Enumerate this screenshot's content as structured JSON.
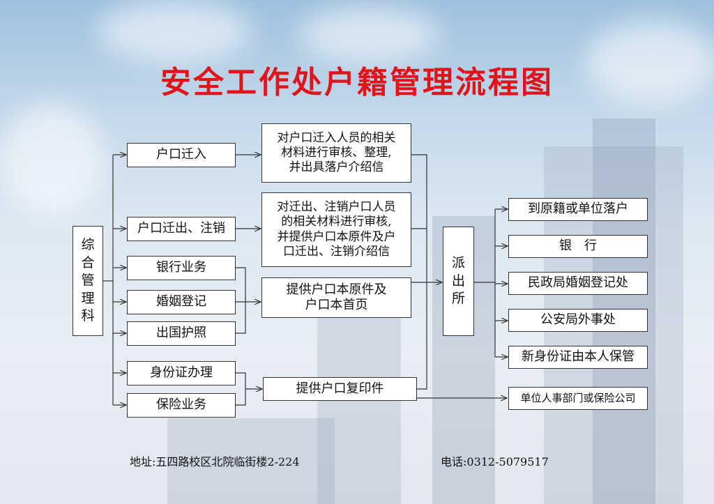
{
  "title": "安全工作处户籍管理流程图",
  "nodes": {
    "zonghe": "综\n合\n管\n理\n科",
    "qianru": "户口迁入",
    "qianchu": "户口迁出、注销",
    "yinhang": "银行业务",
    "hunyin": "婚姻登记",
    "chuguo": "出国护照",
    "shenfen": "身份证办理",
    "baoxian": "保险业务",
    "step_qianru": "对户口迁入人员的相关\n材料进行审核、整理,\n并出具落户介绍信",
    "step_qianchu": "对迁出、注销户口人员\n的相关材料进行审核,\n并提供户口本原件及户\n口迁出、注销介绍信",
    "step_yuanjian": "提供户口本原件及\n户口本首页",
    "step_fuyin": "提供户口复印件",
    "paichusuo": "派\n出\n所",
    "out_luohu": "到原籍或单位落户",
    "out_yinhang": "银　行",
    "out_minzheng": "民政局婚姻登记处",
    "out_gongan": "公安局外事处",
    "out_shenfenzheng": "新身份证由本人保管",
    "out_danwei": "单位人事部门或保险公司"
  },
  "footer": {
    "address": "地址:五四路校区北院临街楼2-224",
    "phone": "电话:0312-5079517"
  }
}
